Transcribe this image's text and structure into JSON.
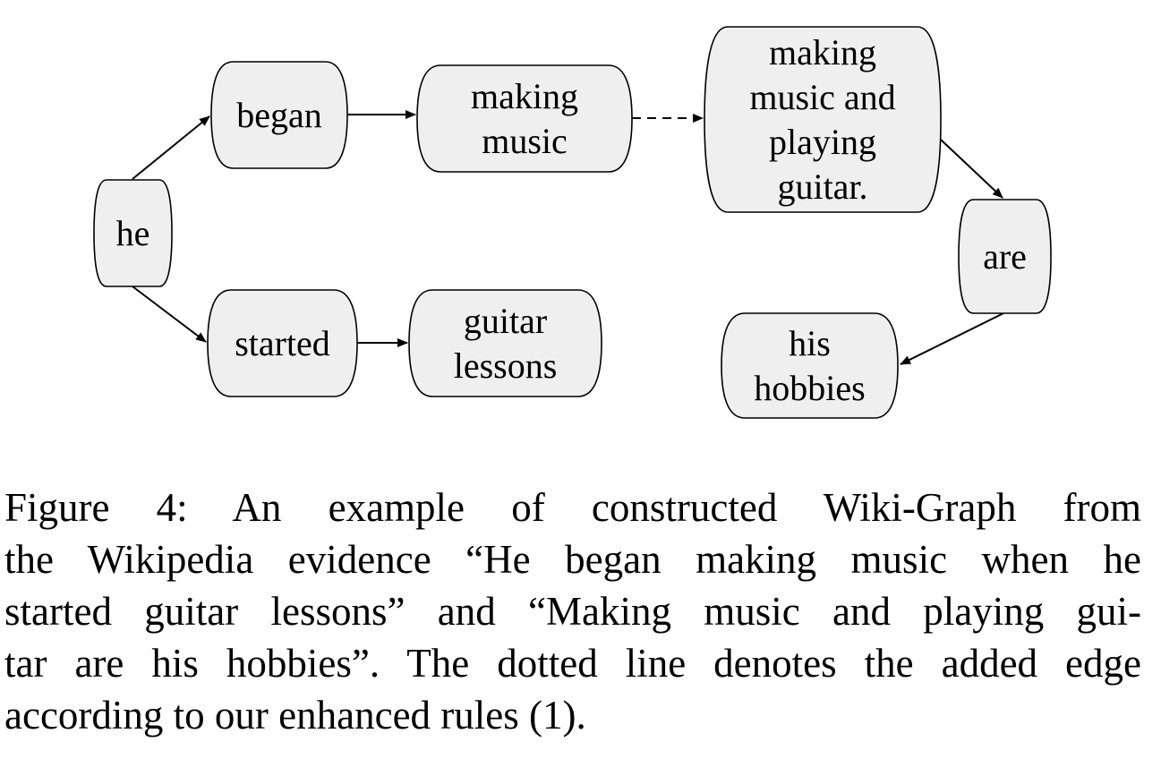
{
  "graph": {
    "nodes": [
      {
        "id": "he",
        "lines": [
          "he"
        ]
      },
      {
        "id": "began",
        "lines": [
          "began"
        ]
      },
      {
        "id": "making-music",
        "lines": [
          "making",
          "music"
        ]
      },
      {
        "id": "making-music-playing-guitar",
        "lines": [
          "making",
          "music and",
          "playing",
          "guitar."
        ]
      },
      {
        "id": "are",
        "lines": [
          "are"
        ]
      },
      {
        "id": "his-hobbies",
        "lines": [
          "his",
          "hobbies"
        ]
      },
      {
        "id": "started",
        "lines": [
          "started"
        ]
      },
      {
        "id": "guitar-lessons",
        "lines": [
          "guitar",
          "lessons"
        ]
      }
    ],
    "edges": [
      {
        "from": "he",
        "to": "began",
        "style": "solid"
      },
      {
        "from": "he",
        "to": "started",
        "style": "solid"
      },
      {
        "from": "began",
        "to": "making-music",
        "style": "solid"
      },
      {
        "from": "making-music",
        "to": "making-music-playing-guitar",
        "style": "dashed"
      },
      {
        "from": "making-music-playing-guitar",
        "to": "are",
        "style": "solid"
      },
      {
        "from": "are",
        "to": "his-hobbies",
        "style": "solid"
      },
      {
        "from": "started",
        "to": "guitar-lessons",
        "style": "solid"
      }
    ]
  },
  "caption": {
    "lines": [
      "Figure 4: An example of constructed Wiki-Graph from",
      "the Wikipedia evidence “He began making music when he",
      "started guitar lessons” and “Making music and playing gui-",
      "tar are his hobbies”. The dotted line denotes the added edge",
      "according to our enhanced rules (1)."
    ]
  },
  "colors": {
    "node_fill": "#efefef",
    "stroke": "#000000"
  }
}
